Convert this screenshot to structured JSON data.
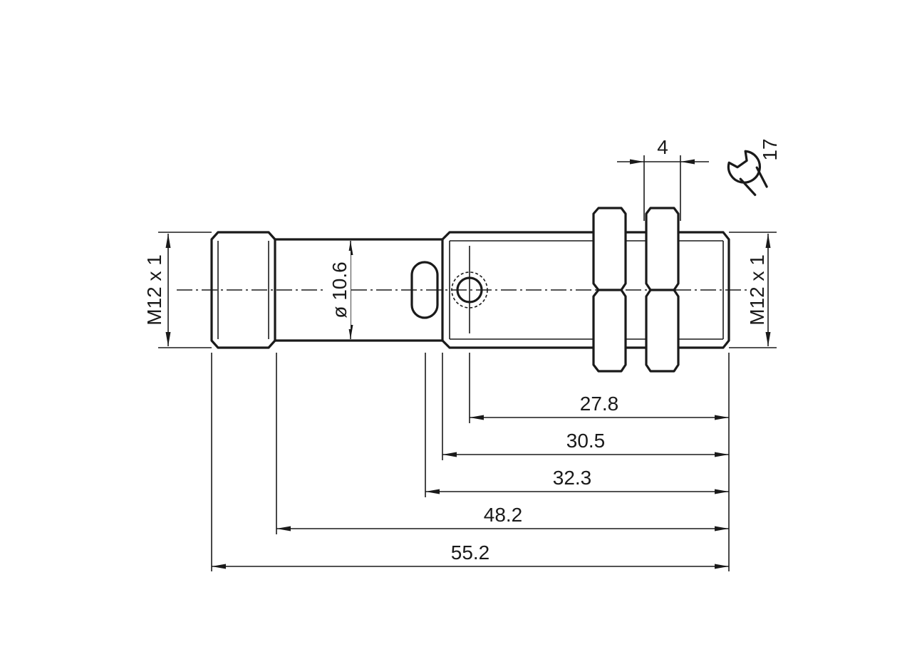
{
  "dimensions": {
    "thread_left": "M12 x 1",
    "thread_right": "M12 x 1",
    "body_diameter": "ø 10.6",
    "nut_width": "4",
    "wrench_size": "17",
    "len_27_8": "27.8",
    "len_30_5": "30.5",
    "len_32_3": "32.3",
    "len_48_2": "48.2",
    "len_55_2": "55.2"
  },
  "icons": {
    "wrench": "wrench-icon"
  },
  "colors": {
    "line": "#1a1a1a",
    "background": "#ffffff"
  }
}
